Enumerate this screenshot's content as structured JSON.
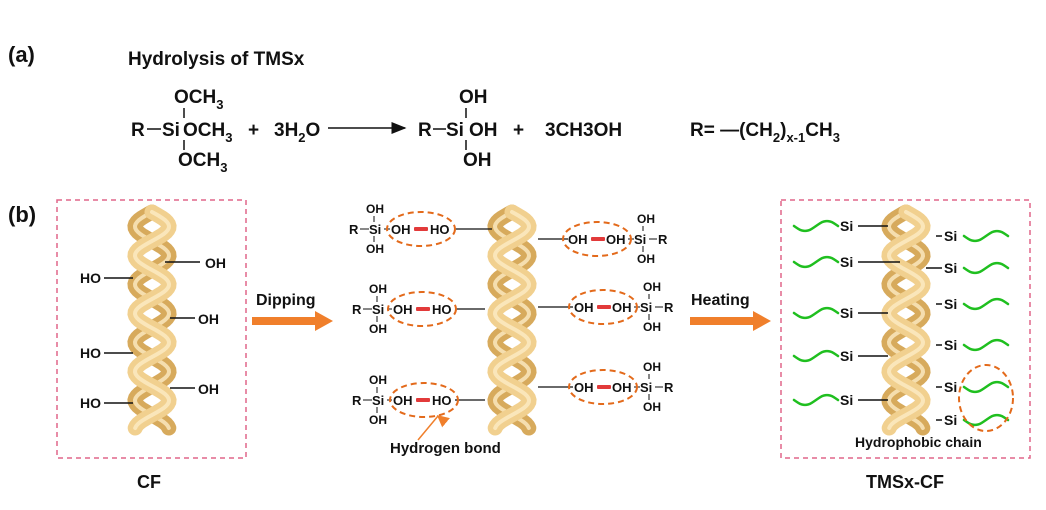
{
  "panel_a": {
    "label": "(a)",
    "title": "Hydrolysis of TMSx",
    "reactant": {
      "r": "R",
      "si": "Si",
      "och3_top": "OCH",
      "och3_mid": "OCH",
      "och3_bot": "OCH",
      "sub3": "3",
      "plus": "+"
    },
    "water": {
      "coef": "3H",
      "sub": "2",
      "o": "O"
    },
    "product": {
      "r": "R",
      "si": "Si",
      "oh_top": "OH",
      "oh_mid": "OH",
      "oh_bot": "OH",
      "plus": "+",
      "methanol": "3CH3OH"
    },
    "r_def": {
      "lead": "R= —(CH",
      "sub2": "2",
      "close": ")",
      "subx": "x-1",
      "tail": "CH",
      "sub3": "3"
    }
  },
  "panel_b": {
    "label": "(b)",
    "cf_label": "CF",
    "tmsx_label": "TMSx-CF",
    "step1": "Dipping",
    "step2": "Heating",
    "hydrogen_bond": "Hydrogen bond",
    "hydrophobic_chain": "Hydrophobic chain",
    "oh": "OH",
    "ho": "HO",
    "si": "Si",
    "r": "R",
    "colors": {
      "fiber": "#f1d08f",
      "fiber_shade": "#d7aa5c",
      "box": "#e0668a",
      "arrow": "#f07f2b",
      "ellipse": "#e36a1b",
      "chain": "#1fbf1f",
      "hbond": "#e23a3a"
    }
  }
}
